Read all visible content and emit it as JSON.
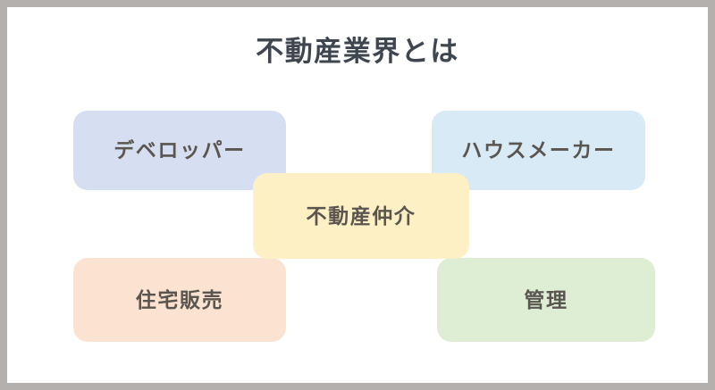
{
  "slide": {
    "title": "不動産業界とは",
    "title_color": "#3f4650",
    "canvas_color": "#ffffff",
    "frame_color": "#b3b0ae",
    "label_color": "#5b5550"
  },
  "diagram_data": {
    "type": "diagram",
    "layout": "four-corner-boxes-with-center-overlap",
    "center": {
      "name": "brokerage",
      "label": "不動産仲介",
      "color": "#fdf0c4"
    },
    "boxes": [
      {
        "name": "developer",
        "label": "デベロッパー",
        "color": "#d6dff2",
        "position": "top-left"
      },
      {
        "name": "housemaker",
        "label": "ハウスメーカー",
        "color": "#d9eaf7",
        "position": "top-right"
      },
      {
        "name": "brokerage",
        "label": "不動産仲介",
        "color": "#fdf0c4",
        "position": "center"
      },
      {
        "name": "housing-sales",
        "label": "住宅販売",
        "color": "#fce3d1",
        "position": "bottom-left"
      },
      {
        "name": "management",
        "label": "管理",
        "color": "#ddeed5",
        "position": "bottom-right"
      }
    ]
  }
}
